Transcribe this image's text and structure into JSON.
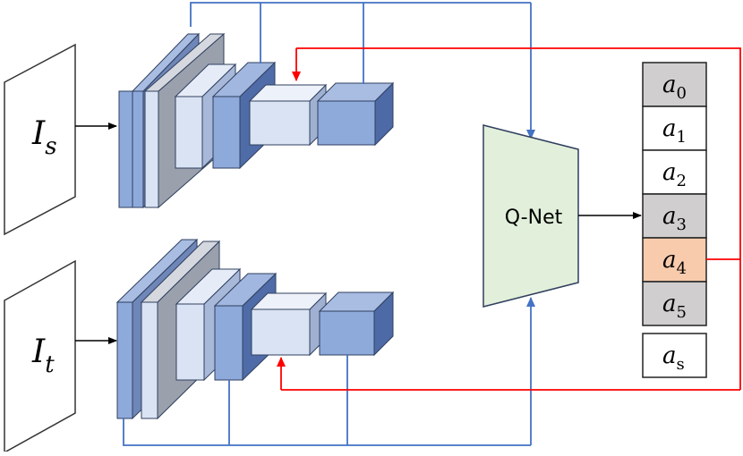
{
  "inputs": {
    "source": {
      "base": "I",
      "sub": "s"
    },
    "target": {
      "base": "I",
      "sub": "t"
    }
  },
  "qnet": {
    "label": "Q-Net"
  },
  "actions": [
    {
      "base": "a",
      "sub": "0",
      "state": "gray"
    },
    {
      "base": "a",
      "sub": "1",
      "state": "white"
    },
    {
      "base": "a",
      "sub": "2",
      "state": "white"
    },
    {
      "base": "a",
      "sub": "3",
      "state": "gray"
    },
    {
      "base": "a",
      "sub": "4",
      "state": "selected"
    },
    {
      "base": "a",
      "sub": "5",
      "state": "gray"
    }
  ],
  "stop_action": {
    "base": "a",
    "sub": "s",
    "state": "white"
  },
  "colors": {
    "feedback_line": "#ff0000",
    "feature_line": "#4472c4",
    "block_dark": "#8eaadb",
    "block_mid": "#b4c7e7",
    "block_light": "#dae3f3",
    "block_gray": "#c8ccd4",
    "qnet_fill": "#e2efda",
    "action_gray": "#d0cece",
    "action_selected": "#f8cbad"
  }
}
